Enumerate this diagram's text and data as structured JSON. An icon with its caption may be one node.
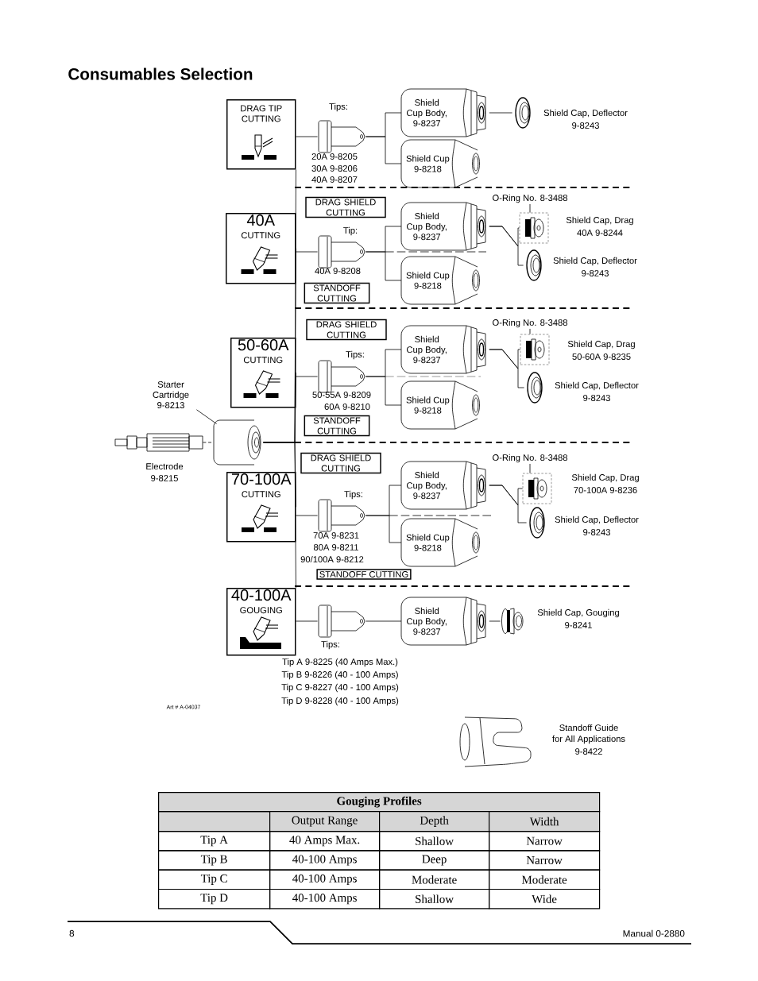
{
  "diagram": {
    "title": "Consumables Selection",
    "nodes": [
      {
        "text": [
          "DRAG TIP CUTTING"
        ]
      },
      {
        "text": [],
        "shape": "picture",
        "beside": [
          "Tips:",
          "20A 9-8205",
          "30A 9-8206",
          "40A 9-8207"
        ]
      },
      {
        "text": [
          "Shield Cup Body,",
          "9-8237"
        ]
      },
      {
        "text": [],
        "shape": "picture",
        "beside": [
          "Shield Cap, Deflector",
          "9-8243"
        ]
      },
      {
        "text": [
          "Shield Cup",
          "9-8218"
        ]
      },
      {
        "text": [
          "40A",
          "CUTTING"
        ]
      },
      {
        "text": [
          "DRAG SHIELD CUTTING"
        ]
      },
      {
        "text": [],
        "shape": "picture",
        "beside": [
          "Tip:",
          "40A 9-8208"
        ]
      },
      {
        "text": [
          "Shield Cup Body,",
          "9-8237"
        ]
      },
      {
        "text": [
          "O-Ring No. 8-3488"
        ]
      },
      {
        "text": [],
        "shape": "picture",
        "beside": [
          "Shield Cap, Drag",
          "40A 9-8244"
        ]
      },
      {
        "text": [],
        "shape": "picture",
        "beside": [
          "Shield Cap, Deflector",
          "9-8243"
        ]
      },
      {
        "text": [
          "Shield Cup",
          "9-8218"
        ]
      },
      {
        "text": [
          "STANDOFF CUTTING"
        ]
      },
      {
        "text": [
          "Starter Cartridge",
          "9-8213"
        ]
      },
      {
        "text": [
          "50-60A",
          "CUTTING"
        ]
      },
      {
        "text": [
          "DRAG SHIELD CUTTING"
        ]
      },
      {
        "text": [],
        "shape": "picture",
        "beside": [
          "Tips:",
          "50-55A 9-8209",
          "60A 9-8210"
        ]
      },
      {
        "text": [
          "Shield Cup Body,",
          "9-8237"
        ]
      },
      {
        "text": [
          "O-Ring No. 8-3488"
        ]
      },
      {
        "text": [],
        "shape": "picture",
        "beside": [
          "Shield Cap, Drag",
          "50-60A 9-8235"
        ]
      },
      {
        "text": [],
        "shape": "picture",
        "beside": [
          "Shield Cap, Deflector",
          "9-8243"
        ]
      },
      {
        "text": [
          "Shield Cup",
          "9-8218"
        ]
      },
      {
        "text": [
          "STANDOFF CUTTING"
        ]
      },
      {
        "text": [],
        "shape": "picture",
        "beside": [
          "Electrode",
          "9-8215"
        ]
      },
      {
        "text": [],
        "shape": "picture"
      },
      {
        "text": [
          "70-100A",
          "CUTTING"
        ]
      },
      {
        "text": [
          "DRAG SHIELD CUTTING"
        ]
      },
      {
        "text": [],
        "shape": "picture",
        "beside": [
          "Tips:",
          "70A 9-8231",
          "80A 9-8211",
          "90/100A 9-8212"
        ]
      },
      {
        "text": [
          "Shield Cup Body,",
          "9-8237"
        ]
      },
      {
        "text": [
          "O-Ring No. 8-3488"
        ]
      },
      {
        "text": [],
        "shape": "picture",
        "beside": [
          "Shield Cap, Drag",
          "70-100A 9-8236"
        ]
      },
      {
        "text": [],
        "shape": "picture",
        "beside": [
          "Shield Cap, Deflector",
          "9-8243"
        ]
      },
      {
        "text": [
          "Shield Cup",
          "9-8218"
        ]
      },
      {
        "text": [
          "STANDOFF CUTTING"
        ]
      },
      {
        "text": [
          "40-100A",
          "GOUGING"
        ]
      },
      {
        "text": [],
        "shape": "picture",
        "beside": [
          "Tips:",
          "Tip A 9-8225 (40 Amps Max.)",
          "Tip B 9-8226 (40 - 100 Amps)",
          "Tip C 9-8227 (40 - 100 Amps)",
          "Tip D 9-8228 (40 - 100 Amps)"
        ]
      },
      {
        "text": [
          "Shield Cup Body,",
          "9-8237"
        ]
      },
      {
        "text": [],
        "shape": "picture",
        "beside": [
          "Shield Cap, Gouging",
          "9-8241"
        ]
      }
    ],
    "edges": [
      {
        "from": 0,
        "to": 1,
        "arrow": "none"
      },
      {
        "from": 1,
        "to": 2,
        "arrow": "none"
      },
      {
        "from": 1,
        "to": 4,
        "arrow": "none"
      },
      {
        "from": 2,
        "to": 3,
        "arrow": "none"
      },
      {
        "from": 5,
        "to": 7,
        "arrow": "none"
      },
      {
        "from": 7,
        "to": 8,
        "arrow": "none"
      },
      {
        "from": 7,
        "to": 12,
        "arrow": "none"
      },
      {
        "from": 8,
        "to": 10,
        "arrow": "none"
      },
      {
        "from": 8,
        "to": 11,
        "arrow": "none"
      },
      {
        "from": 9,
        "to": 10,
        "arrow": "none"
      },
      {
        "from": 14,
        "to": 25,
        "arrow": "none"
      },
      {
        "from": 15,
        "to": 17,
        "arrow": "none"
      },
      {
        "from": 17,
        "to": 18,
        "arrow": "none"
      },
      {
        "from": 17,
        "to": 22,
        "arrow": "none"
      },
      {
        "from": 18,
        "to": 20,
        "arrow": "none"
      },
      {
        "from": 18,
        "to": 21,
        "arrow": "none"
      },
      {
        "from": 19,
        "to": 20,
        "arrow": "none"
      },
      {
        "from": 24,
        "to": 25,
        "arrow": "none",
        "style": "dashed"
      },
      {
        "from": 25,
        "to": 0,
        "arrow": "none"
      },
      {
        "from": 25,
        "to": 5,
        "arrow": "none"
      },
      {
        "from": 25,
        "to": 15,
        "arrow": "none"
      },
      {
        "from": 25,
        "to": 26,
        "arrow": "none"
      },
      {
        "from": 25,
        "to": 35,
        "arrow": "none"
      },
      {
        "from": 26,
        "to": 28,
        "arrow": "none"
      },
      {
        "from": 28,
        "to": 29,
        "arrow": "none"
      },
      {
        "from": 28,
        "to": 33,
        "arrow": "none"
      },
      {
        "from": 29,
        "to": 31,
        "arrow": "none"
      },
      {
        "from": 29,
        "to": 32,
        "arrow": "none"
      },
      {
        "from": 30,
        "to": 31,
        "arrow": "none"
      },
      {
        "from": 35,
        "to": 36,
        "arrow": "none"
      },
      {
        "from": 36,
        "to": 37,
        "arrow": "none"
      },
      {
        "from": 37,
        "to": 38,
        "arrow": "none"
      }
    ],
    "labels": [
      "Art # A-04037",
      "Standoff Guide",
      "for All Applications",
      "9-8422",
      "Gouging Profiles",
      "Output Range",
      "Depth",
      "Width",
      "Tip A",
      "40 Amps Max.",
      "Shallow",
      "Narrow",
      "Tip B",
      "40-100 Amps",
      "Deep",
      "Narrow",
      "Tip C",
      "40-100 Amps",
      "Moderate",
      "Moderate",
      "Tip D",
      "40-100 Amps",
      "Shallow",
      "Wide",
      "8",
      "Manual 0-2880"
    ]
  }
}
